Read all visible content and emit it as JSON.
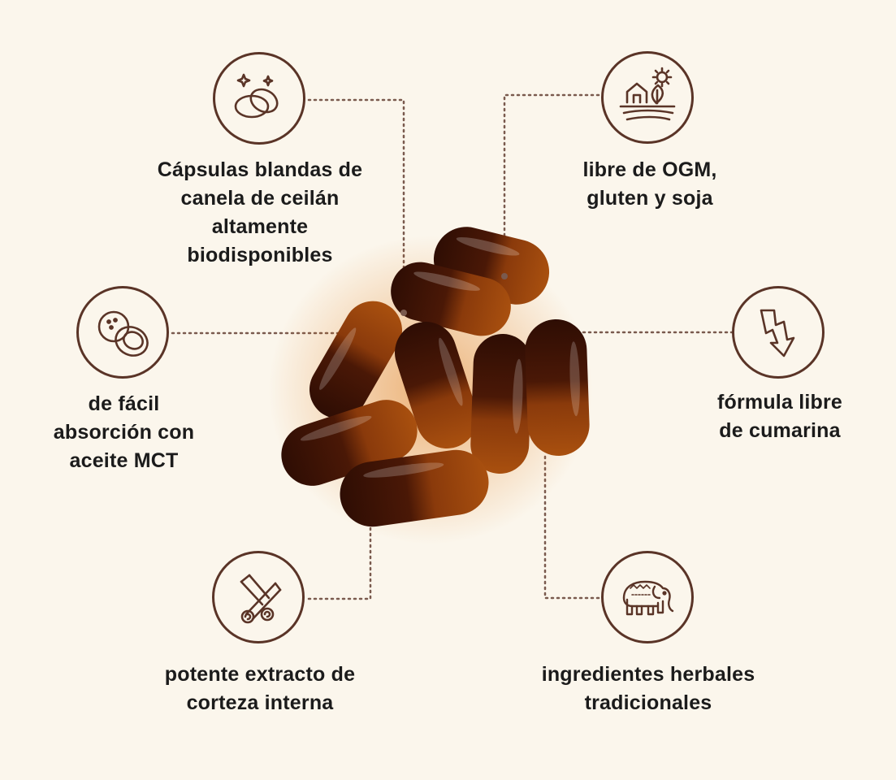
{
  "colors": {
    "background": "#fbf6ec",
    "icon_stroke": "#5a3427",
    "connector": "#7a5a4e",
    "capsule_dark": "#3a1206",
    "capsule_light": "#b8560f",
    "text": "#1b1b1b"
  },
  "features": [
    {
      "id": "capsules",
      "icon": "capsules-sparkle-icon",
      "lines": [
        "Cápsulas blandas de",
        "canela de ceilán",
        "altamente",
        "biodisponibles"
      ]
    },
    {
      "id": "non-gmo",
      "icon": "farm-house-sun-icon",
      "lines": [
        "libre de OGM,",
        "gluten y soja"
      ]
    },
    {
      "id": "mct",
      "icon": "coconut-icon",
      "lines": [
        "de fácil",
        "absorción con",
        "aceite MCT"
      ]
    },
    {
      "id": "coumarin",
      "icon": "downward-arrow-icon",
      "lines": [
        "fórmula libre",
        "de cumarina"
      ]
    },
    {
      "id": "bark",
      "icon": "cinnamon-sticks-icon",
      "lines": [
        "potente extracto de",
        "corteza interna"
      ]
    },
    {
      "id": "herbal",
      "icon": "elephant-icon",
      "lines": [
        "ingredientes herbales",
        "tradicionales"
      ]
    }
  ]
}
